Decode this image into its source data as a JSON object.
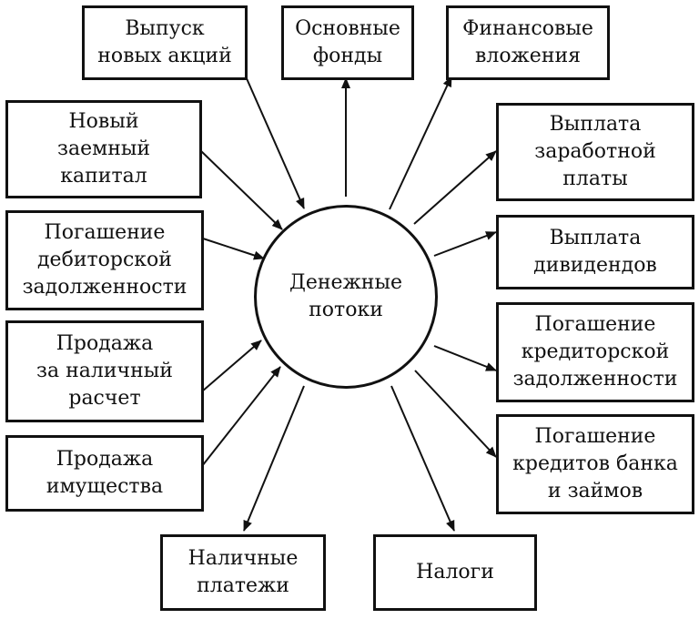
{
  "center": {
    "label": "Денежные\nпотоки"
  },
  "nodes": {
    "share_issue": "Выпуск\nновых акций",
    "fixed_assets": "Основные\nфонды",
    "financial_investments": "Финансовые\nвложения",
    "new_borrowed_capital": "Новый\nзаемный\nкапитал",
    "receivables_repayment": "Погашение\nдебиторской\nзадолженности",
    "cash_sales": "Продажа\nза наличный\nрасчет",
    "property_sale": "Продажа\nимущества",
    "cash_payments": "Наличные\nплатежи",
    "taxes": "Налоги",
    "wages": "Выплата\nзаработной\nплаты",
    "dividends": "Выплата\nдивидендов",
    "payables_repayment": "Погашение\nкредиторской\nзадолженности",
    "bank_loans_repayment": "Погашение\nкредитов банка\nи займов"
  }
}
